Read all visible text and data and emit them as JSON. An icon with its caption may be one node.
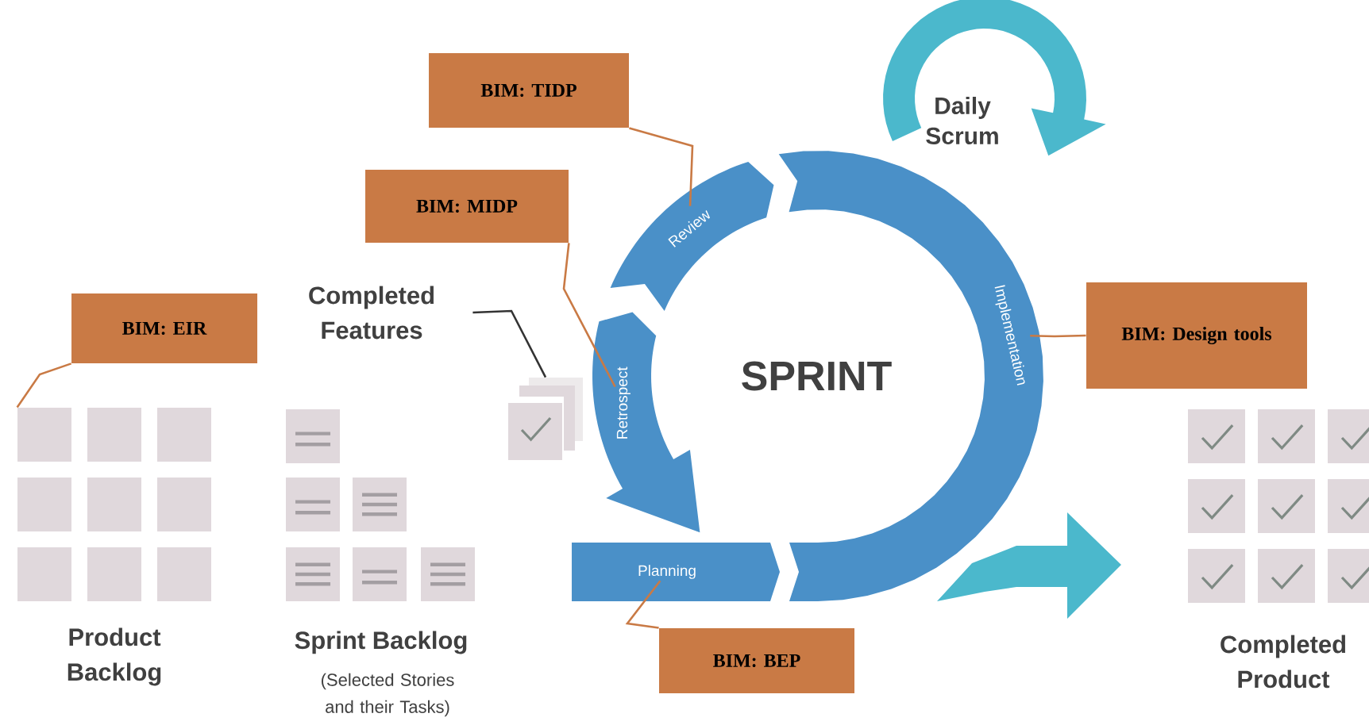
{
  "diagram": {
    "nodes": [
      {
        "text": [
          "BIM: TIDP"
        ]
      },
      {
        "text": [
          "BIM: MIDP"
        ]
      },
      {
        "text": [
          "BIM: EIR"
        ]
      },
      {
        "text": [
          "BIM: Design tools"
        ]
      },
      {
        "text": [
          "BIM: BEP"
        ]
      },
      {
        "text": [
          "Review"
        ]
      },
      {
        "text": [
          "Retrospect"
        ]
      },
      {
        "text": [
          "Planning"
        ]
      },
      {
        "text": [
          "Implementation"
        ]
      },
      {
        "text": [
          "Daily Scrum"
        ]
      },
      {
        "text": [
          "Completed Features"
        ]
      },
      {
        "text": [],
        "shape": "box"
      },
      {
        "text": [],
        "shape": "box",
        "beside": [
          "Product Backlog"
        ]
      }
    ],
    "edges": [
      {
        "from": 0,
        "to": 5,
        "arrow": "none"
      },
      {
        "from": 1,
        "to": 6,
        "arrow": "none"
      },
      {
        "from": 2,
        "to": 12,
        "arrow": "none"
      },
      {
        "from": 3,
        "to": 8,
        "arrow": "none"
      },
      {
        "from": 4,
        "to": 7,
        "arrow": "none"
      },
      {
        "from": 10,
        "to": 11,
        "arrow": "none",
        "color": "#333333"
      }
    ],
    "labels": [
      "SPRINT",
      "Sprint Backlog",
      "(Selected Stories and their Tasks)",
      "Completed Product"
    ]
  }
}
